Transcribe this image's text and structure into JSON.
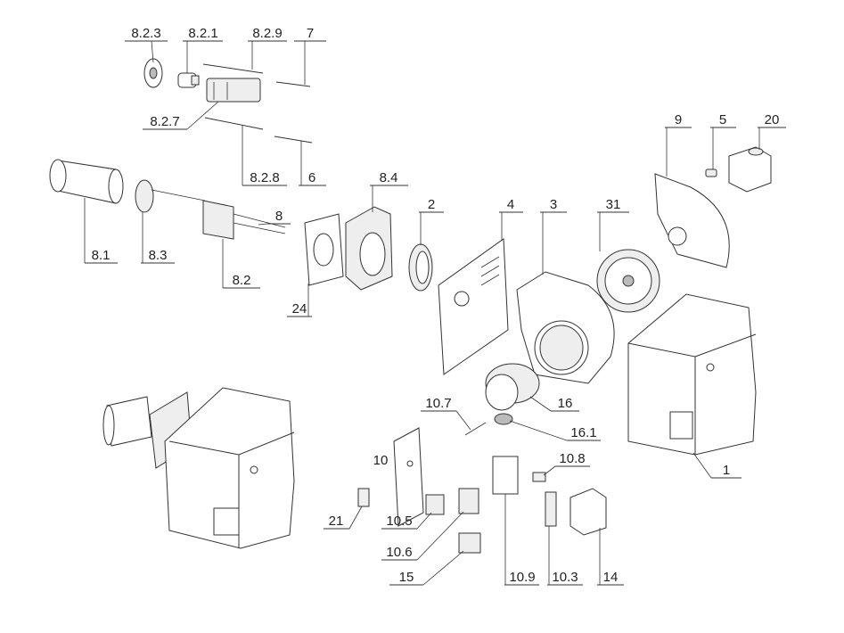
{
  "diagram": {
    "callouts": {
      "c823": "8.2.3",
      "c821": "8.2.1",
      "c829": "8.2.9",
      "c7": "7",
      "c827": "8.2.7",
      "c828": "8.2.8",
      "c6": "6",
      "c84": "8.4",
      "c81": "8.1",
      "c83": "8.3",
      "c8": "8",
      "c82": "8.2",
      "c24": "24",
      "c2": "2",
      "c4": "4",
      "c3": "3",
      "c31": "31",
      "c9": "9",
      "c5": "5",
      "c20": "20",
      "c16": "16",
      "c161": "16.1",
      "c107": "10.7",
      "c10": "10",
      "c108": "10.8",
      "c1": "1",
      "c21": "21",
      "c105": "10.5",
      "c106": "10.6",
      "c15": "15",
      "c109": "10.9",
      "c103": "10.3",
      "c14": "14"
    }
  }
}
